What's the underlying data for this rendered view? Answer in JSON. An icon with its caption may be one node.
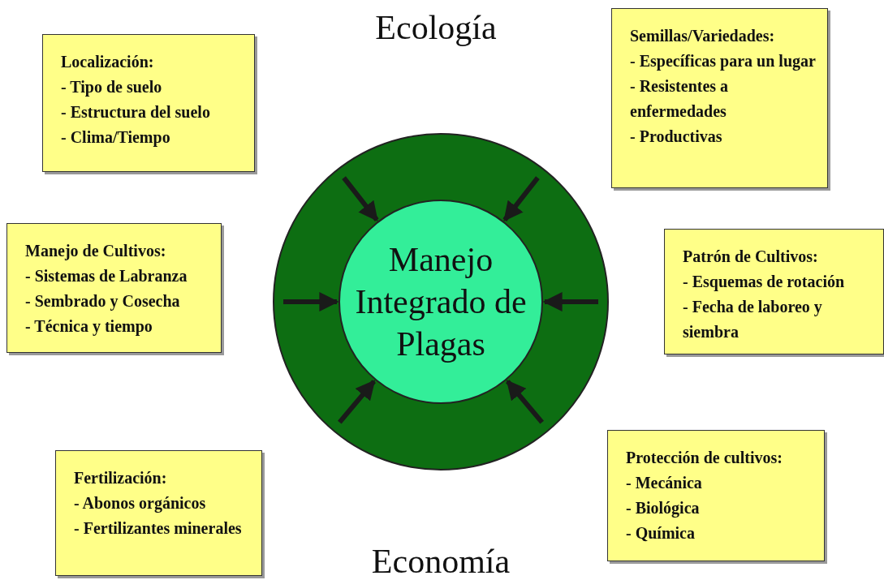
{
  "diagram": {
    "nodes": [
      {
        "text": [],
        "shape": "circle"
      },
      {
        "text": [
          "Manejo Integrado de Plagas"
        ],
        "in": 0
      },
      {
        "text": [
          "Localización:",
          "- Tipo de suelo",
          "- Estructura del suelo",
          "- Clima/Tiempo"
        ]
      },
      {
        "text": [
          "Semillas/Variedades:",
          "- Específicas para un lugar",
          "- Resistentes a enfermedades",
          "- Productivas"
        ]
      },
      {
        "text": [
          "Manejo de Cultivos:",
          "- Sistemas de Labranza",
          "- Sembrado y Cosecha",
          "- Técnica y tiempo"
        ]
      },
      {
        "text": [
          "Patrón de Cultivos:",
          "- Esquemas de rotación",
          "- Fecha de laboreo y siembra"
        ]
      },
      {
        "text": [
          "Fertilización:",
          "- Abonos orgánicos",
          "- Fertilizantes minerales"
        ]
      },
      {
        "text": [
          "Protección de cultivos:",
          "- Mecánica",
          "- Biológica",
          "- Química"
        ]
      }
    ],
    "edges": [
      {
        "from": null,
        "to": 1,
        "arrow": "to"
      },
      {
        "from": null,
        "to": 1,
        "arrow": "to"
      },
      {
        "from": null,
        "to": 1,
        "arrow": "to"
      },
      {
        "from": null,
        "to": 1,
        "arrow": "to"
      },
      {
        "from": null,
        "to": 1,
        "arrow": "to"
      },
      {
        "from": null,
        "to": 1,
        "arrow": "to"
      }
    ],
    "labels": [
      "Ecología",
      "Economía"
    ]
  }
}
